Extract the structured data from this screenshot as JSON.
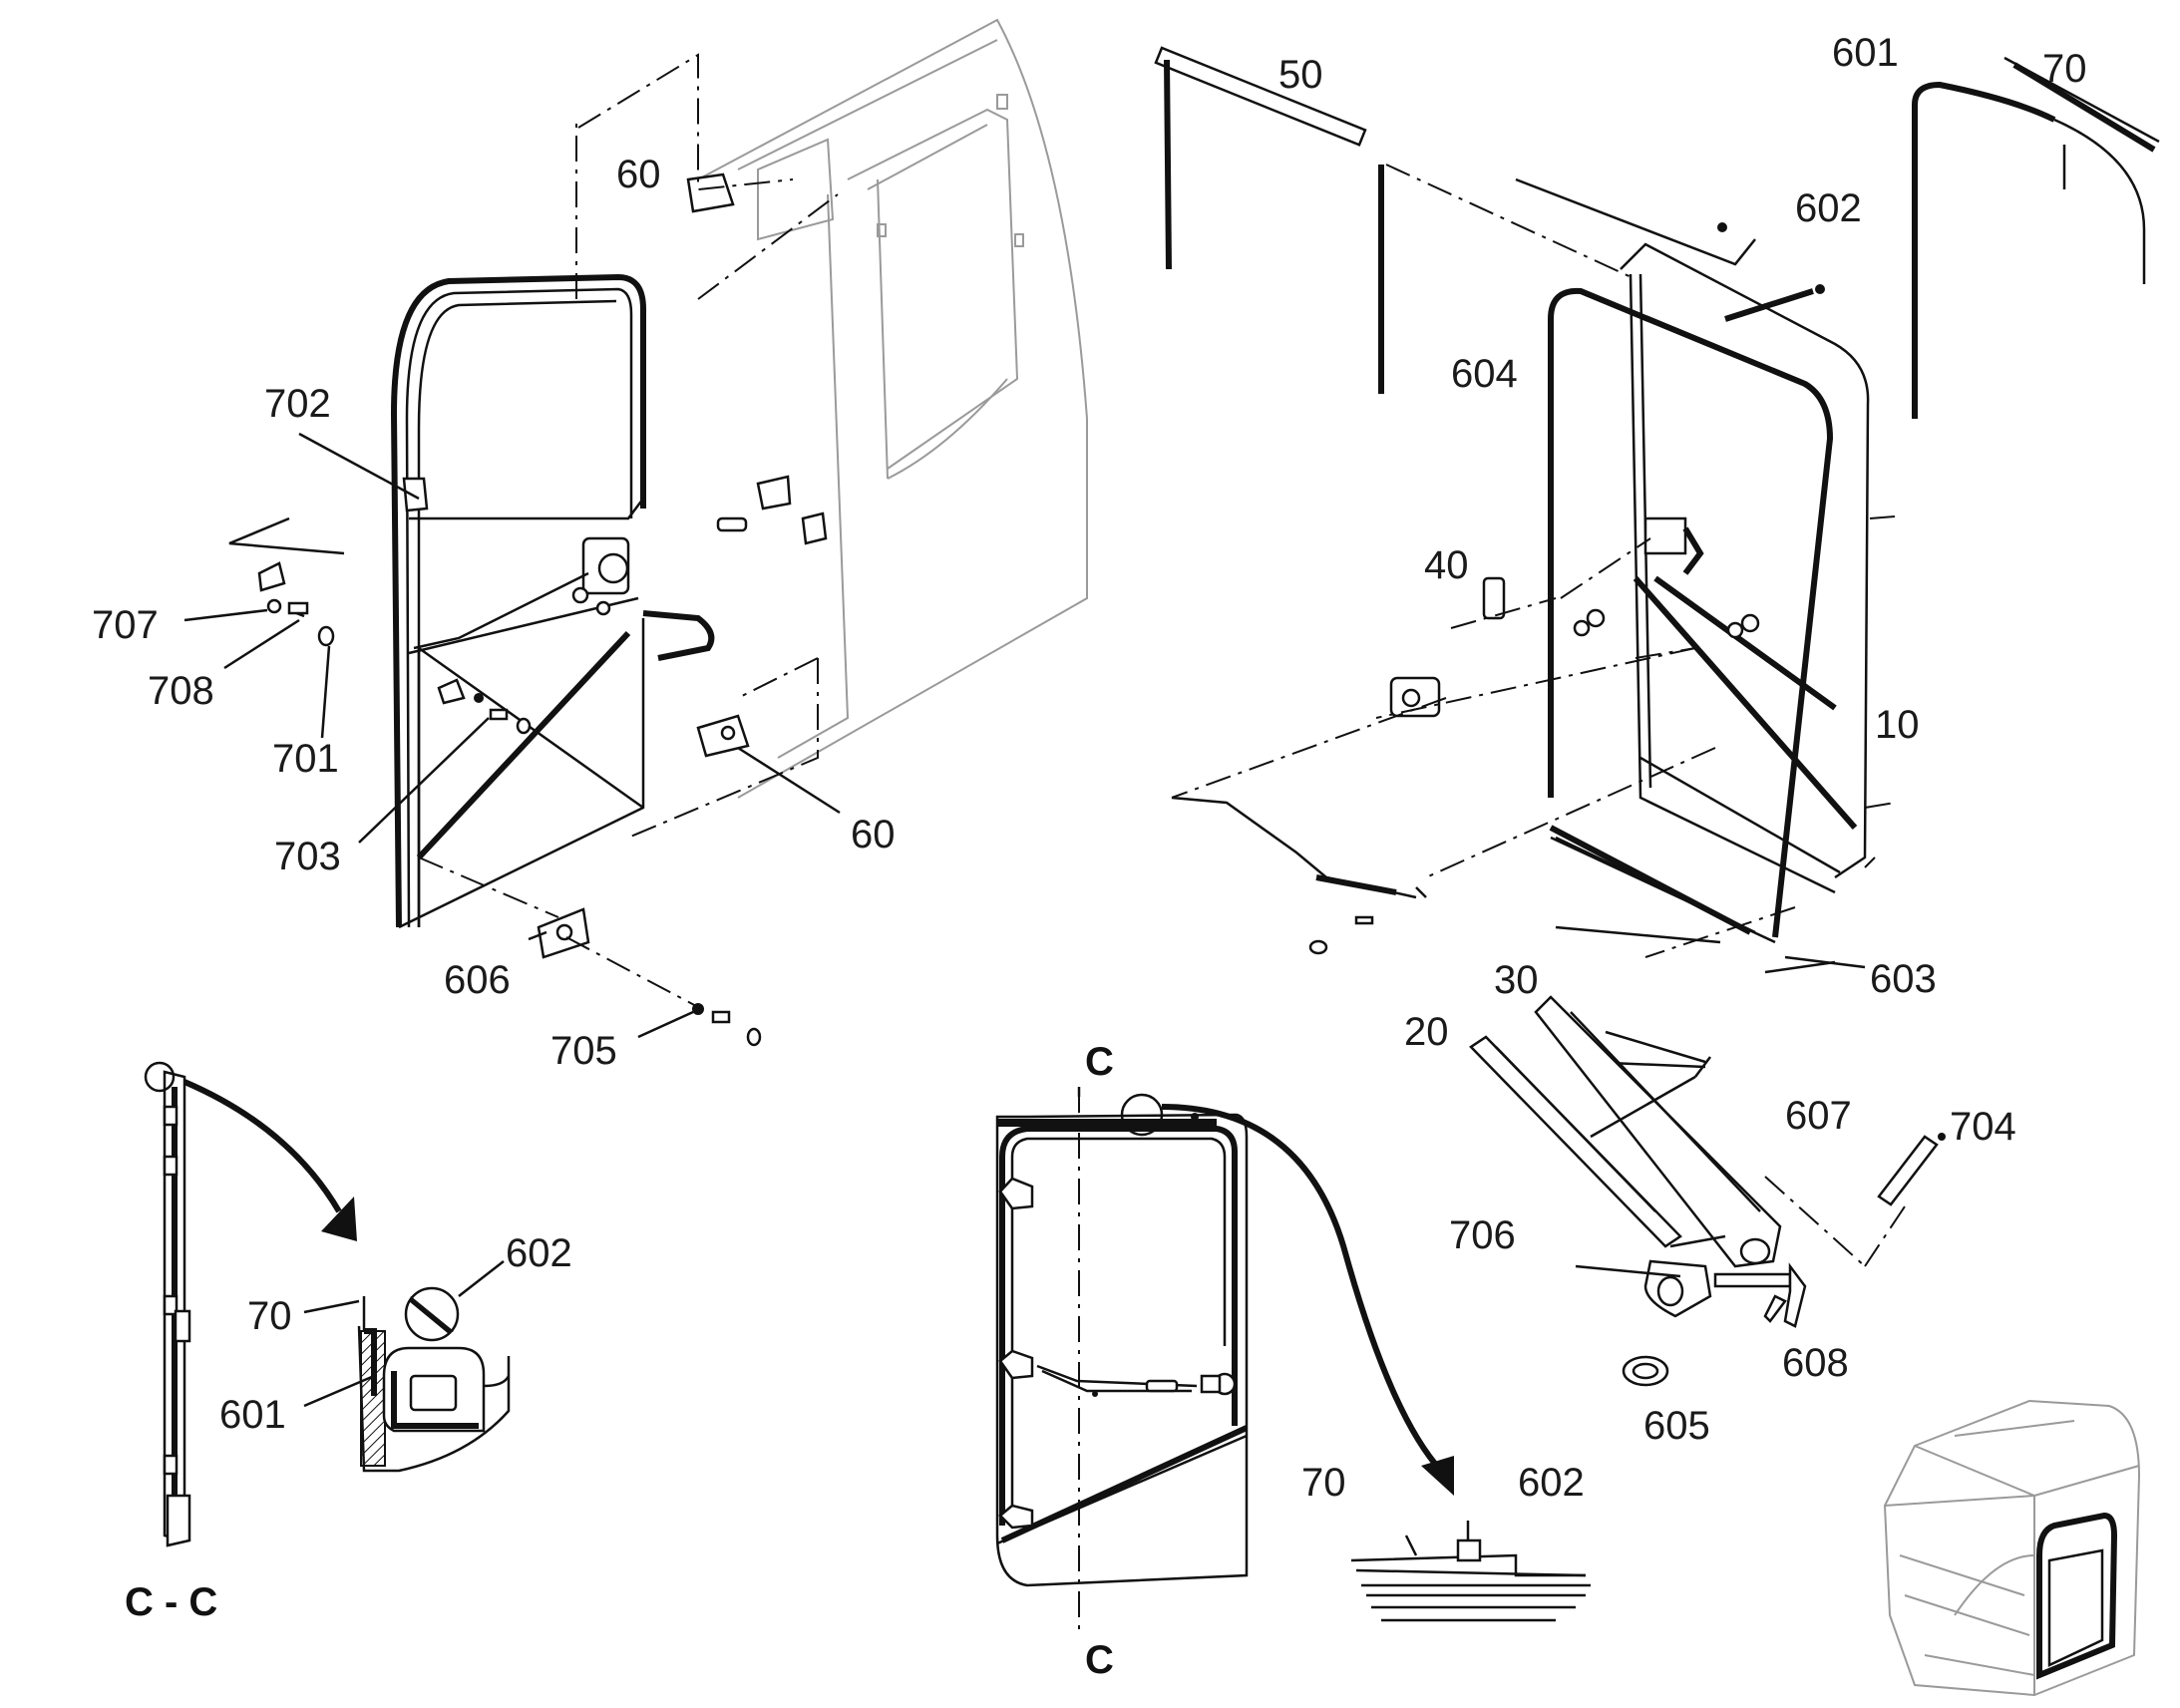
{
  "diagram": {
    "part_labels": {
      "p50": "50",
      "p601_top": "601",
      "p70_top": "70",
      "p60_upper": "60",
      "p602_top": "602",
      "p604": "604",
      "p702": "702",
      "p40": "40",
      "p707": "707",
      "p708": "708",
      "p701": "701",
      "p10": "10",
      "p703": "703",
      "p60_lower": "60",
      "p606": "606",
      "p603": "603",
      "p30": "30",
      "p20": "20",
      "p705": "705",
      "p607": "607",
      "p704": "704",
      "p706": "706",
      "p608": "608",
      "p605": "605",
      "p602_detail": "602",
      "p70_detail": "70",
      "p601_detail": "601",
      "p70_bottom": "70",
      "p602_bottom": "602"
    },
    "section_labels": {
      "section_mark_top": "C",
      "section_mark_bottom": "C",
      "section_title": "C - C"
    }
  }
}
